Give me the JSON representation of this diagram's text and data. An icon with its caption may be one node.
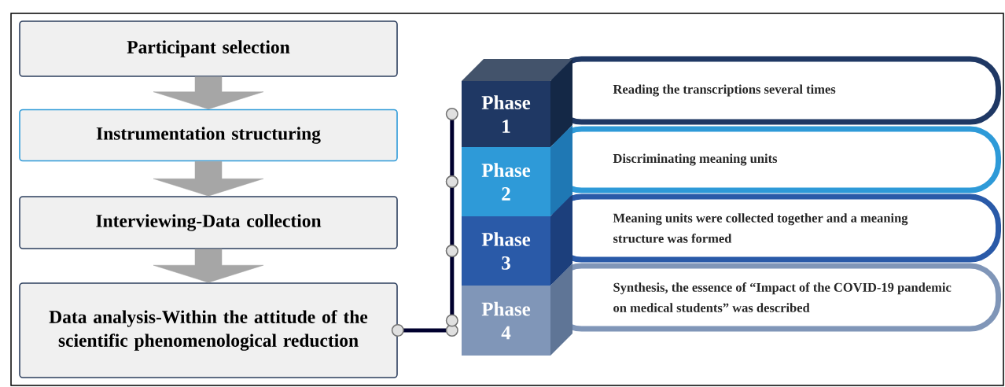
{
  "diagram": {
    "nodes": [
      {
        "text": [
          "Participant selection"
        ]
      },
      {
        "text": [
          "Instrumentation structuring"
        ]
      },
      {
        "text": [
          "Interviewing-Data collection"
        ]
      },
      {
        "text": [
          "Data analysis-Within the attitude of the scientific phenomenological reduction"
        ]
      },
      {
        "text": [
          "Phase 1"
        ]
      },
      {
        "text": [
          "Phase 2"
        ]
      },
      {
        "text": [
          "Phase 3"
        ]
      },
      {
        "text": [
          "Phase 4"
        ]
      },
      {
        "text": [
          "Reading the transcriptions several times"
        ]
      },
      {
        "text": [
          "Discriminating meaning units"
        ]
      },
      {
        "text": [
          "Meaning units were collected together and a meaning structure was formed"
        ]
      },
      {
        "text": [
          "Synthesis, the essence of “Impact of the COVID-19 pandemic on medical students” was described"
        ]
      }
    ],
    "edges": [
      {
        "from": 0,
        "to": 1,
        "arrow": "to",
        "style": "thick",
        "color": "#a6a6a6"
      },
      {
        "from": 1,
        "to": 2,
        "arrow": "to",
        "style": "thick",
        "color": "#a6a6a6"
      },
      {
        "from": 2,
        "to": 3,
        "arrow": "to",
        "style": "thick",
        "color": "#a6a6a6"
      },
      {
        "from": 3,
        "to": 7,
        "arrow": "other"
      },
      {
        "from": 4,
        "to": 5,
        "arrow": "other"
      },
      {
        "from": 5,
        "to": 6,
        "arrow": "other"
      },
      {
        "from": 6,
        "to": 7,
        "arrow": "other"
      }
    ]
  }
}
